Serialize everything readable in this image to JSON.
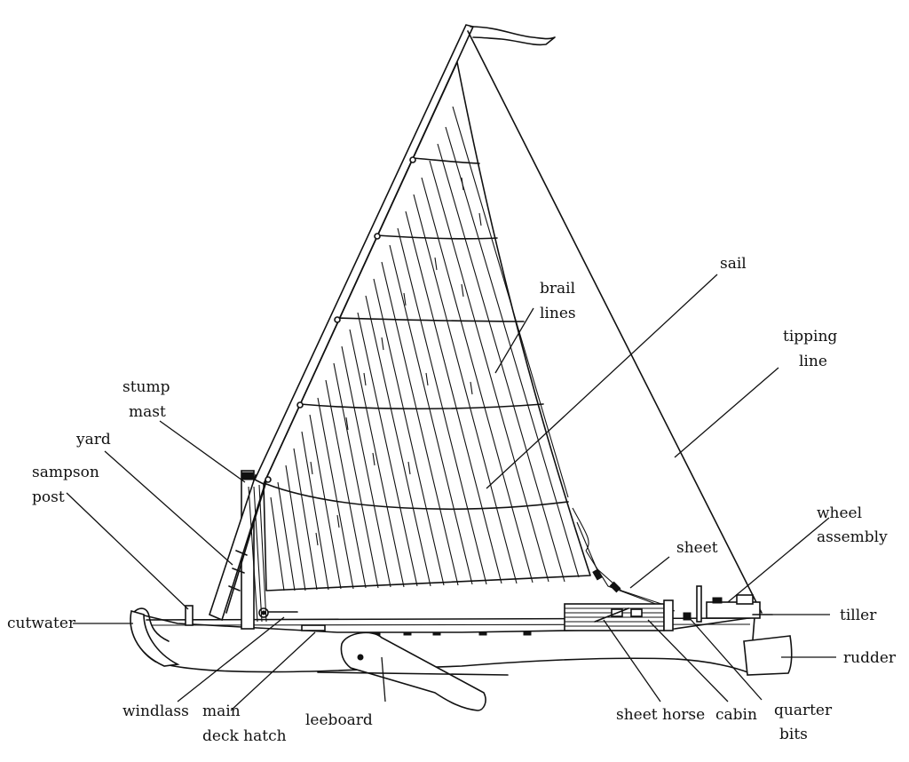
{
  "labels": {
    "cutwater": "cutwater",
    "sampson_post": [
      "sampson",
      "post"
    ],
    "yard": "yard",
    "stump_mast": [
      "stump",
      "mast"
    ],
    "brail_lines": [
      "brail",
      "lines"
    ],
    "sail": "sail",
    "tipping_line": [
      "tipping",
      "line"
    ],
    "wheel_assembly": [
      "wheel",
      "assembly"
    ],
    "sheet": "sheet",
    "tiller": "tiller",
    "rudder": "rudder",
    "windlass": "windlass",
    "main_deck_hatch": [
      "main",
      "deck hatch"
    ],
    "leeboard": "leeboard",
    "sheet_horse": "sheet horse",
    "cabin": "cabin",
    "quarter_bits": [
      "quarter",
      "bits"
    ]
  },
  "colors": {
    "ink": "#111111",
    "paper": "#ffffff"
  }
}
